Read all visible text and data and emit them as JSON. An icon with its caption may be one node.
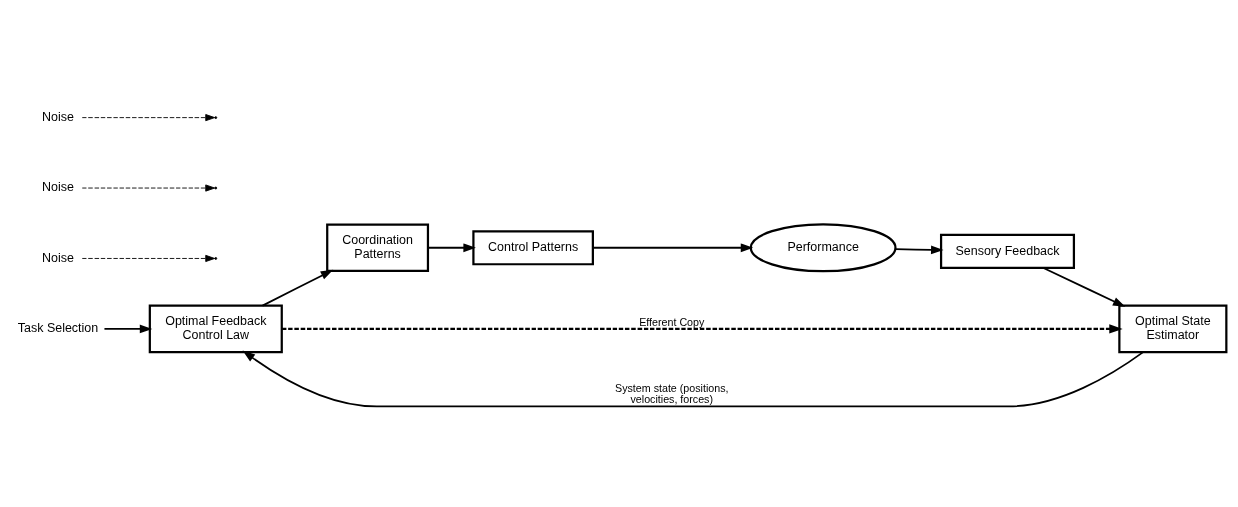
{
  "diagram": {
    "nodes": [
      {
        "text": [
          "Task Selection"
        ]
      },
      {
        "text": [
          "Optimal Feedback Control Law"
        ]
      },
      {
        "text": [
          "Coordination Patterns"
        ]
      },
      {
        "text": [
          "Control Patterns"
        ]
      },
      {
        "text": [
          "Performance"
        ]
      },
      {
        "text": [
          "Sensory Feedback"
        ]
      },
      {
        "text": [
          "Optimal State Estimator"
        ]
      },
      {
        "text": [
          "Noise"
        ]
      },
      {
        "text": [
          "Noise"
        ]
      },
      {
        "text": [
          "Noise"
        ]
      }
    ],
    "edges": [
      {
        "from": 0,
        "to": 1,
        "arrow": "to"
      },
      {
        "from": 1,
        "to": 2,
        "arrow": "to"
      },
      {
        "from": 2,
        "to": 3,
        "arrow": "to"
      },
      {
        "from": 3,
        "to": 4,
        "arrow": "to"
      },
      {
        "from": 4,
        "to": 5,
        "arrow": "to"
      },
      {
        "from": 5,
        "to": 6,
        "arrow": "to"
      },
      {
        "from": 6,
        "to": 1,
        "arrow": "to",
        "label": "System state (positions, velocities, forces)"
      },
      {
        "from": 1,
        "to": 6,
        "arrow": "to",
        "style": "dashed",
        "label": "Efferent Copy"
      },
      {
        "from": 7,
        "to": null,
        "arrow": "to",
        "style": "dashed"
      },
      {
        "from": 8,
        "to": null,
        "arrow": "to",
        "style": "dashed"
      },
      {
        "from": 9,
        "to": null,
        "arrow": "to",
        "style": "dashed"
      }
    ]
  }
}
